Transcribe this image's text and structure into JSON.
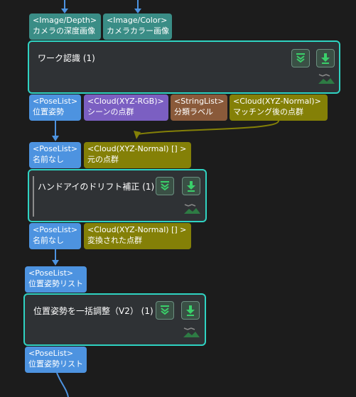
{
  "colors": {
    "canvas_bg": "#1c1c1c",
    "wire_blue": "#4d93e0",
    "wire_olive": "#848007",
    "node_bg": "#2f3235",
    "node_border": "#2fd3c2",
    "port_teal": "#3a8d86",
    "port_blue": "#4d93e0",
    "port_purple": "#7b5fc2",
    "port_brown": "#8a5a3a",
    "port_olive": "#848007",
    "icon_green": "#3ad06a"
  },
  "step1": {
    "inputs": [
      {
        "type": "<Image/Depth>",
        "name": "カメラの深度画像"
      },
      {
        "type": "<Image/Color>",
        "name": "カメラカラー画像"
      }
    ],
    "title": "ワーク認識 (1)",
    "outputs": [
      {
        "type": "<PoseList>",
        "name": "位置姿勢"
      },
      {
        "type": "<Cloud(XYZ-RGB)>",
        "name": "シーンの点群"
      },
      {
        "type": "<StringList>",
        "name": "分類ラベル"
      },
      {
        "type": "<Cloud(XYZ-Normal)>",
        "name": "マッチング後の点群"
      }
    ],
    "icons": [
      "collapse-chevron-icon",
      "download-arrow-icon",
      "status-landscape-icon"
    ]
  },
  "step2": {
    "inputs": [
      {
        "type": "<PoseList>",
        "name": "名前なし"
      },
      {
        "type": "<Cloud(XYZ-Normal) [] >",
        "name": "元の点群"
      }
    ],
    "title": "ハンドアイのドリフト補正 (1)",
    "outputs": [
      {
        "type": "<PoseList>",
        "name": "名前なし"
      },
      {
        "type": "<Cloud(XYZ-Normal) [] >",
        "name": "変換された点群"
      }
    ]
  },
  "step3": {
    "inputs": [
      {
        "type": "<PoseList>",
        "name": "位置姿勢リスト"
      }
    ],
    "title": "位置姿勢を一括調整（V2） (1)",
    "outputs": [
      {
        "type": "<PoseList>",
        "name": "位置姿勢リスト"
      }
    ]
  }
}
